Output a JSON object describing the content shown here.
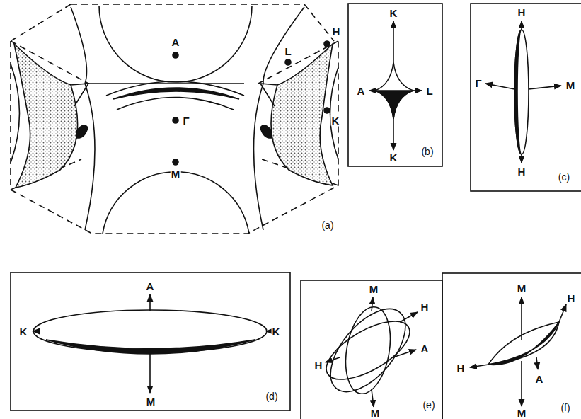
{
  "diagram": {
    "labels": [
      "A",
      "L",
      "H",
      "K",
      "Γ",
      "M",
      "(a)",
      "K",
      "A",
      "L",
      "K",
      "(b)",
      "H",
      "Γ",
      "M",
      "H",
      "(c)",
      "A",
      "K",
      "K",
      "M",
      "(d)",
      "M",
      "H",
      "H",
      "A",
      "M",
      "(e)",
      "M",
      "H",
      "H",
      "A",
      "M",
      "(f)"
    ]
  }
}
